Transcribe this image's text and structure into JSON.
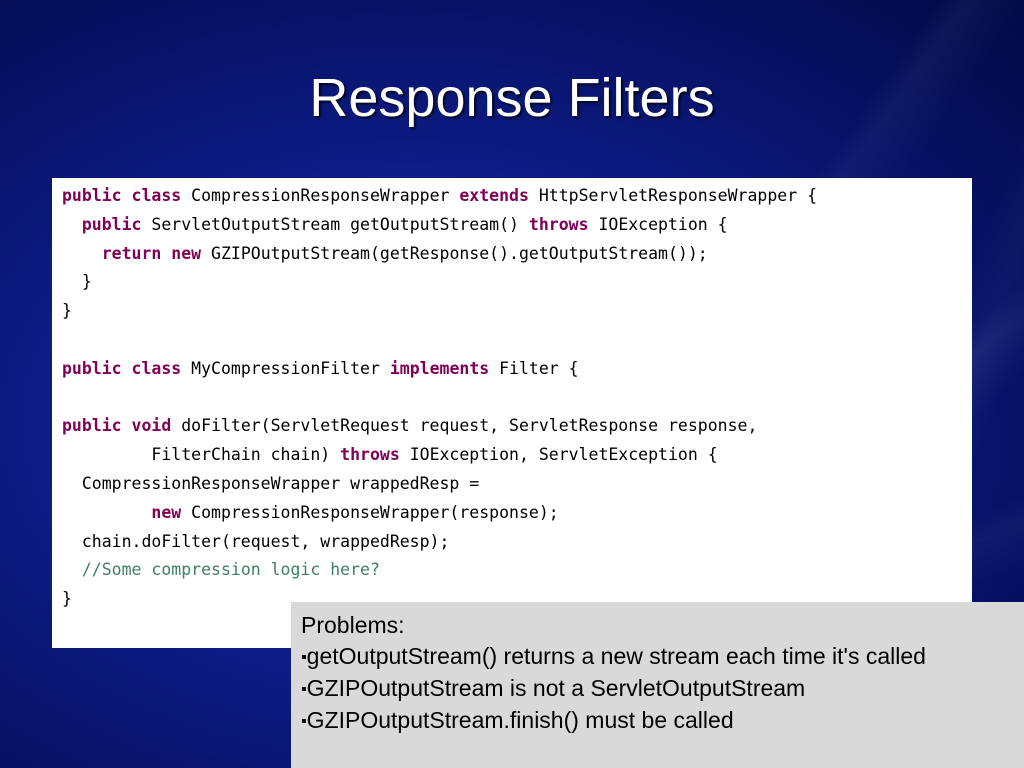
{
  "slide": {
    "title": "Response Filters"
  },
  "code": {
    "lines": [
      [
        {
          "k": true,
          "t": "public class"
        },
        {
          "t": " CompressionResponseWrapper "
        },
        {
          "k": true,
          "t": "extends"
        },
        {
          "t": " HttpServletResponseWrapper {"
        }
      ],
      [
        {
          "t": "  "
        },
        {
          "k": true,
          "t": "public"
        },
        {
          "t": " ServletOutputStream getOutputStream() "
        },
        {
          "k": true,
          "t": "throws"
        },
        {
          "t": " IOException {"
        }
      ],
      [
        {
          "t": "    "
        },
        {
          "k": true,
          "t": "return new"
        },
        {
          "t": " GZIPOutputStream(getResponse().getOutputStream());"
        }
      ],
      [
        {
          "t": "  }"
        }
      ],
      [
        {
          "t": "}"
        }
      ],
      [
        {
          "t": ""
        }
      ],
      [
        {
          "k": true,
          "t": "public class"
        },
        {
          "t": " MyCompressionFilter "
        },
        {
          "k": true,
          "t": "implements"
        },
        {
          "t": " Filter {"
        }
      ],
      [
        {
          "t": ""
        }
      ],
      [
        {
          "k": true,
          "t": "public void"
        },
        {
          "t": " doFilter(ServletRequest request, ServletResponse response,"
        }
      ],
      [
        {
          "t": "         FilterChain chain) "
        },
        {
          "k": true,
          "t": "throws"
        },
        {
          "t": " IOException, ServletException {"
        }
      ],
      [
        {
          "t": "  CompressionResponseWrapper wrappedResp ="
        }
      ],
      [
        {
          "t": "         "
        },
        {
          "k": true,
          "t": "new"
        },
        {
          "t": " CompressionResponseWrapper(response);"
        }
      ],
      [
        {
          "t": "  chain.doFilter(request, wrappedResp);"
        }
      ],
      [
        {
          "t": "  "
        },
        {
          "c": true,
          "t": "//Some compression logic here?"
        }
      ],
      [
        {
          "t": "}"
        }
      ]
    ]
  },
  "problems": {
    "heading": "Problems:",
    "bullet_glyph": "▪",
    "items": [
      "getOutputStream() returns a new stream each time it's called",
      "GZIPOutputStream is not a ServletOutputStream",
      "GZIPOutputStream.finish() must be called"
    ]
  },
  "colors": {
    "keyword": "#7f0055",
    "comment": "#3f7f5f",
    "background": "#0f1f8f",
    "problems_box": "#d9d9d9"
  }
}
